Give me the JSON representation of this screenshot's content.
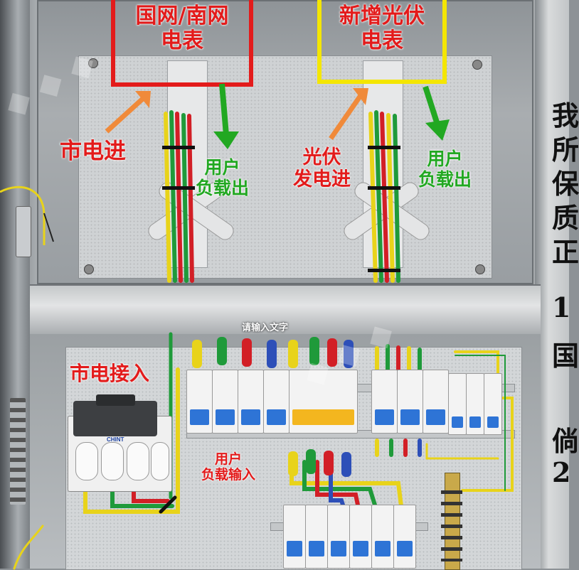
{
  "upper_compartment": {
    "grid_meter_box_label": "国网/南网\n电表",
    "pv_meter_box_label": "新增光伏\n电表",
    "grid_in_label": "市电进",
    "user_load_out_left": "用户\n负载出",
    "pv_gen_in_label": "光伏\n发电进",
    "user_load_out_right": "用户\n负载出"
  },
  "lower_compartment": {
    "mains_access_label": "市电接入",
    "user_load_input_label": "用户\n负载输入",
    "text_box_placeholder": "请输入文字",
    "breaker_brand": "CHINT"
  },
  "side_characters": [
    "我",
    "所",
    "保",
    "质",
    "正",
    "1",
    "国",
    "",
    "倘",
    "2"
  ],
  "colors": {
    "accent_red": "#e31b1b",
    "accent_yellow": "#f4e600",
    "accent_green": "#22a822",
    "wire_yellow": "#e8d31a",
    "wire_green": "#1f9a3a",
    "wire_red": "#d21f26",
    "wire_blue": "#2d4fb8",
    "cabinet_steel": "#aeb2b5",
    "backplate": "#d3d6d8"
  }
}
